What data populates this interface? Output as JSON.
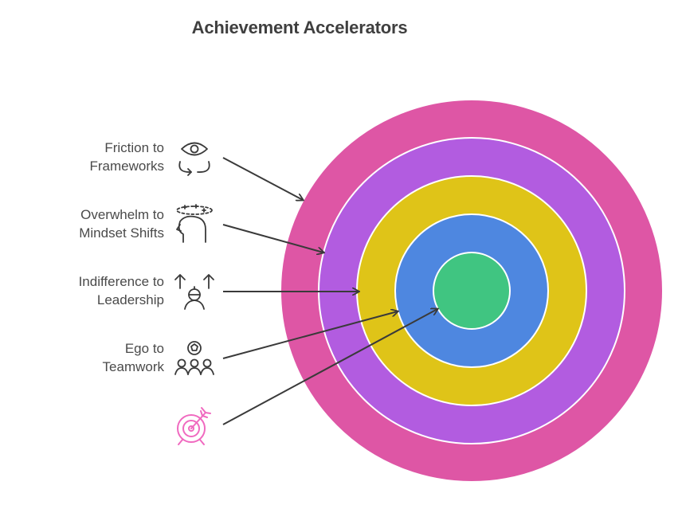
{
  "title": "Achievement Accelerators",
  "colors": {
    "ring_outer": "#de56a5",
    "ring_2": "#b25ce0",
    "ring_3": "#dfc418",
    "ring_4": "#4e87e0",
    "center": "#40c581",
    "target_icon": "#f06ac0",
    "icon_stroke": "#3a3a3a",
    "arrow": "#3a3a3a",
    "text": "#4a4a4a"
  },
  "items": [
    {
      "line1": "Friction to",
      "line2": "Frameworks",
      "icon": "eye-cycle-icon"
    },
    {
      "line1": "Overwhelm to",
      "line2": "Mindset Shifts",
      "icon": "head-sparkle-icon"
    },
    {
      "line1": "Indifference to",
      "line2": "Leadership",
      "icon": "leader-arrows-icon"
    },
    {
      "line1": "Ego to",
      "line2": "Teamwork",
      "icon": "team-icon"
    }
  ],
  "center_icon": "target-icon"
}
